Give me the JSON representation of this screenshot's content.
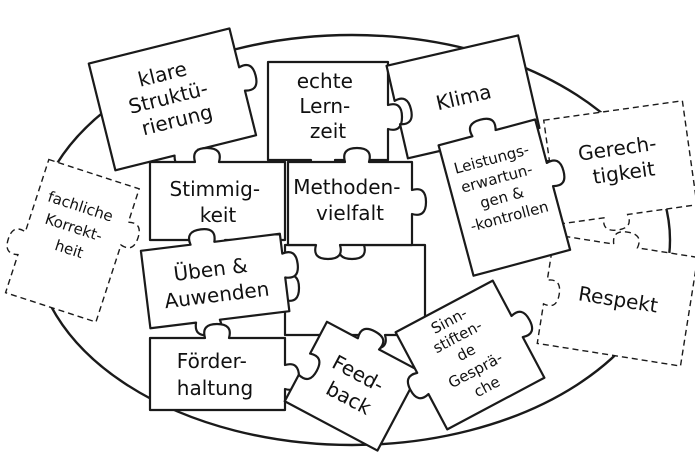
{
  "puzzle": {
    "pieces": [
      {
        "id": "klare-strukturierung",
        "lines": [
          "klare",
          "Struktü-",
          "rierung"
        ]
      },
      {
        "id": "echte-lernzeit",
        "lines": [
          "echte",
          "Lern-",
          "zeit"
        ]
      },
      {
        "id": "klima",
        "lines": [
          "Klima"
        ]
      },
      {
        "id": "leistungserwartungen",
        "lines": [
          "Leistungs-",
          "erwartun-",
          "gen &",
          "-kontrollen"
        ]
      },
      {
        "id": "gerechtigkeit",
        "lines": [
          "Gerech-",
          "tigkeit"
        ]
      },
      {
        "id": "fachliche-korrektheit",
        "lines": [
          "fachliche",
          "Korrekt-",
          "heit"
        ]
      },
      {
        "id": "stimmigkeit",
        "lines": [
          "Stimmig-",
          "keit"
        ]
      },
      {
        "id": "methodenvielfalt",
        "lines": [
          "Methoden-",
          "vielfalt"
        ]
      },
      {
        "id": "ueben-anwenden",
        "lines": [
          "Üben &",
          "Auwenden"
        ]
      },
      {
        "id": "respekt",
        "lines": [
          "Respekt"
        ]
      },
      {
        "id": "foerderhaltung",
        "lines": [
          "Förder-",
          "haltung"
        ]
      },
      {
        "id": "feedback",
        "lines": [
          "Feed-",
          "back"
        ]
      },
      {
        "id": "sinnstiftende-gespraeche",
        "lines": [
          "Sinn-",
          "stiften-",
          "de",
          "Gesprä-",
          "che"
        ]
      }
    ]
  },
  "colors": {
    "ink": "#1a1a1a",
    "paper": "#ffffff"
  }
}
